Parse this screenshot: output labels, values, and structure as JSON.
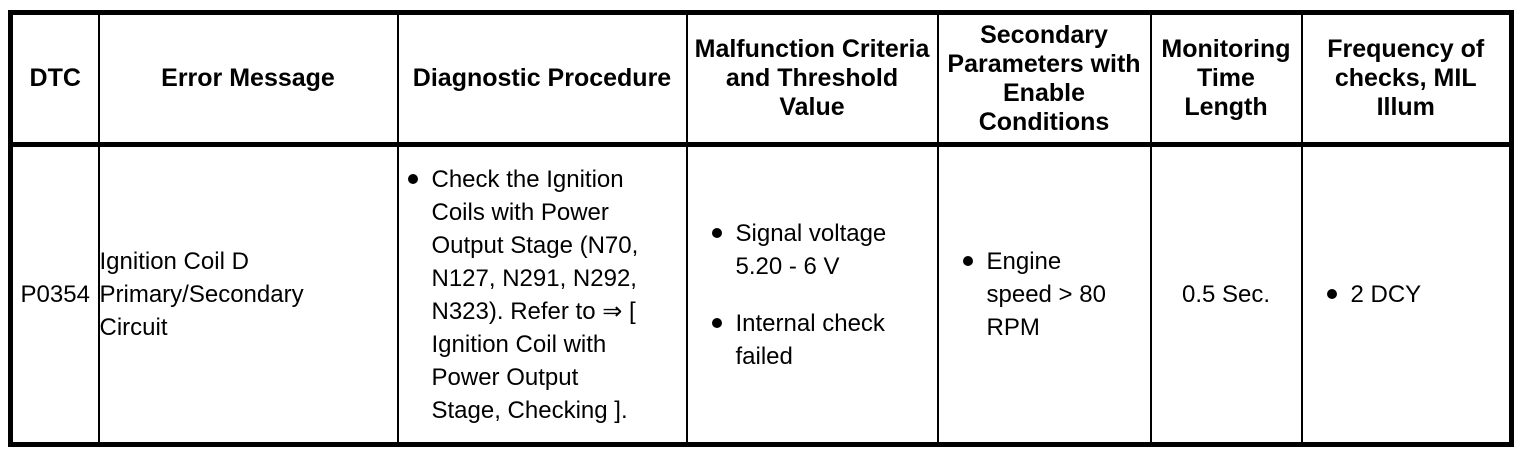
{
  "colors": {
    "background": "#ffffff",
    "text": "#000000",
    "border": "#000000",
    "bullet": "#000000"
  },
  "table": {
    "headers": [
      "DTC",
      "Error Message",
      "Diagnostic Procedure",
      "Malfunction Criteria\nand Threshold\nValue",
      "Secondary\nParameters with\nEnable\nConditions",
      "Monitoring\nTime\nLength",
      "Frequency of\nchecks, MIL\nIllum"
    ],
    "row": {
      "dtc": "P0354",
      "error_message": "Ignition Coil D\nPrimary/Secondary\nCircuit",
      "diagnostic_procedure": [
        "Check the Ignition\nCoils with Power\nOutput Stage (N70,\nN127, N291, N292,\nN323). Refer to ⇒ [\nIgnition Coil with\nPower Output\nStage, Checking ]."
      ],
      "malfunction_criteria": [
        "Signal voltage\n5.20 - 6 V",
        "Internal check\nfailed"
      ],
      "secondary_parameters": [
        "Engine\nspeed > 80\nRPM"
      ],
      "monitoring_time": "0.5 Sec.",
      "frequency_of_checks": [
        "2 DCY"
      ]
    }
  }
}
